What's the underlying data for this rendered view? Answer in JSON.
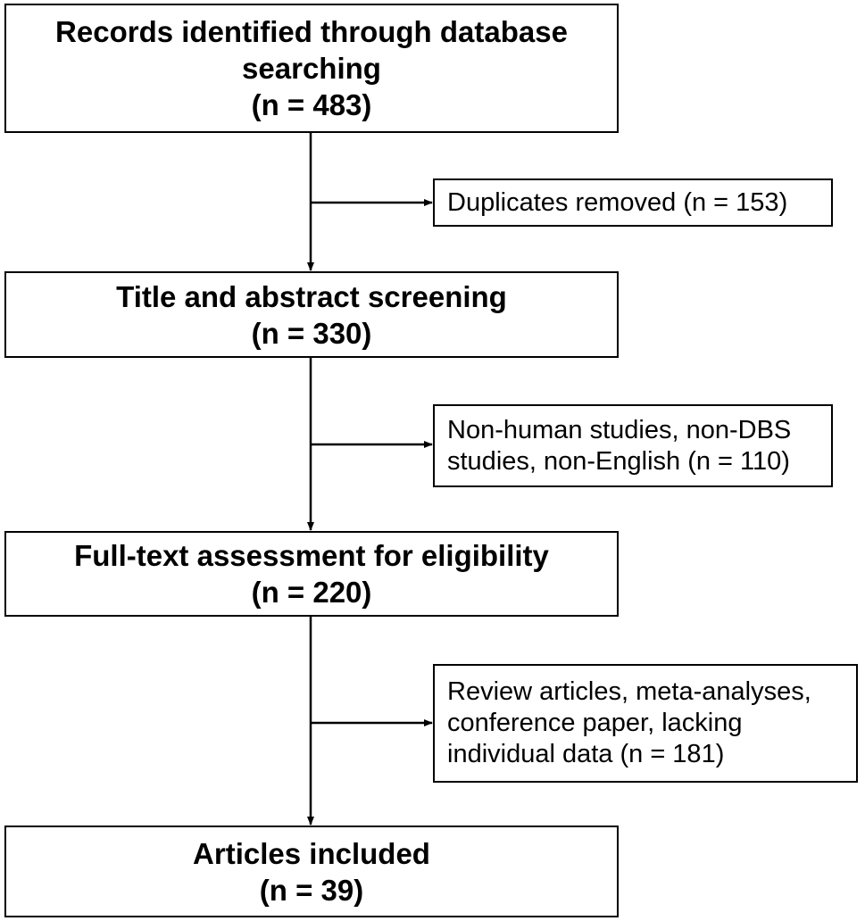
{
  "boxes": {
    "records": {
      "lines": [
        "Records identified through database",
        "searching",
        "(n = 483)"
      ]
    },
    "screening": {
      "lines": [
        "Title and abstract screening",
        "(n = 330)"
      ]
    },
    "fulltext": {
      "lines": [
        "Full-text assessment for eligibility",
        "(n = 220)"
      ]
    },
    "included": {
      "lines": [
        "Articles included",
        "(n = 39)"
      ]
    }
  },
  "exclusions": {
    "duplicates": {
      "lines": [
        "Duplicates removed (n = 153)"
      ]
    },
    "nonhuman": {
      "lines": [
        "Non-human studies, non-DBS",
        "studies, non-English (n = 110)"
      ]
    },
    "reviews": {
      "lines": [
        "Review articles, meta-analyses,",
        "conference paper, lacking",
        "individual data (n = 181)"
      ]
    }
  },
  "colors": {
    "stroke": "#000000",
    "background": "#ffffff"
  }
}
